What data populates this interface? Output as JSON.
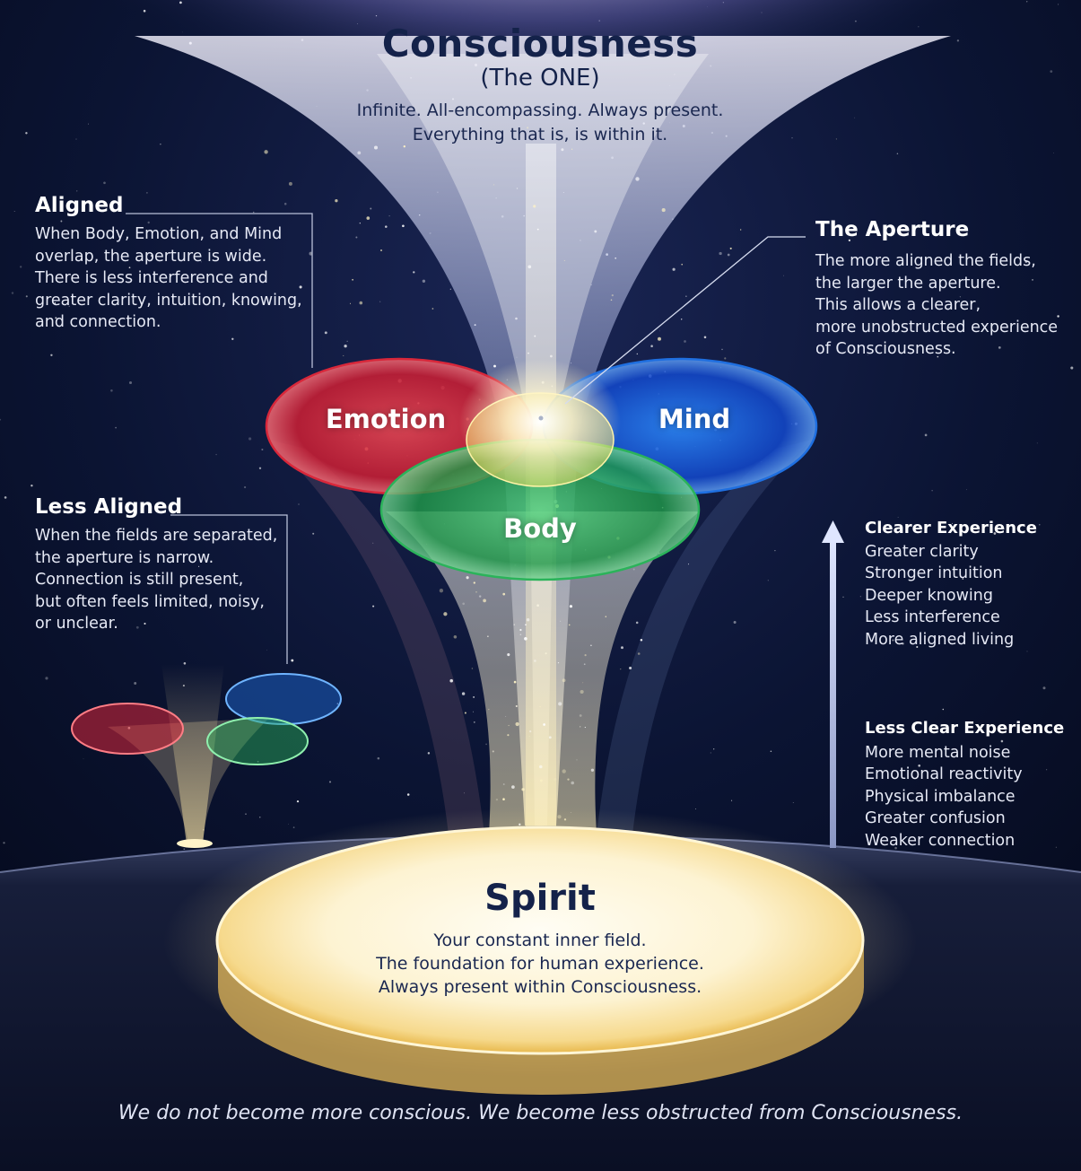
{
  "header": {
    "title": "Consciousness",
    "subtitle": "(The ONE)",
    "tagline_1": "Infinite. All-encompassing. Always present.",
    "tagline_2": "Everything that is, is within it."
  },
  "aligned": {
    "heading": "Aligned",
    "lines": [
      "When Body, Emotion, and Mind",
      "overlap, the aperture is wide.",
      "There is less interference and",
      "greater clarity, intuition, knowing,",
      "and connection."
    ]
  },
  "aperture": {
    "heading": "The Aperture",
    "lines": [
      "The more aligned the fields,",
      "the larger the aperture.",
      "This allows a clearer,",
      "more unobstructed experience",
      "of Consciousness."
    ]
  },
  "less_aligned": {
    "heading": "Less Aligned",
    "lines": [
      "When the fields are separated,",
      "the aperture is narrow.",
      "Connection is still present,",
      "but often feels limited, noisy,",
      "or unclear."
    ]
  },
  "fields": {
    "emotion": "Emotion",
    "mind": "Mind",
    "body": "Body",
    "colors": {
      "emotion": "#d8273a",
      "mind": "#1f6fe0",
      "body": "#2bb35a"
    }
  },
  "clearer": {
    "heading": "Clearer Experience",
    "items": [
      "Greater clarity",
      "Stronger intuition",
      "Deeper knowing",
      "Less interference",
      "More aligned living"
    ]
  },
  "less_clear": {
    "heading": "Less Clear Experience",
    "items": [
      "More mental noise",
      "Emotional reactivity",
      "Physical imbalance",
      "Greater confusion",
      "Weaker connection"
    ]
  },
  "spirit": {
    "title": "Spirit",
    "line_1": "Your constant inner field.",
    "line_2": "The foundation for human experience.",
    "line_3": "Always present within Consciousness."
  },
  "quote": "We do not become more conscious. We become less obstructed from Consciousness."
}
